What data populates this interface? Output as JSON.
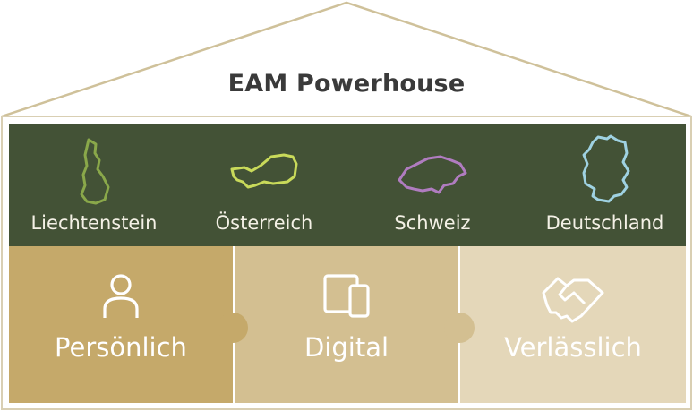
{
  "title": "EAM Powerhouse",
  "colors": {
    "roof_line": "#cfc19a",
    "band": "#435236",
    "tile_1": "#c5a96a",
    "tile_2": "#d3bf91",
    "tile_3": "#e4d7b9",
    "title_text": "#3a3a3a"
  },
  "countries": [
    {
      "name": "Liechtenstein",
      "icon": "liechtenstein-map-icon",
      "color": "#8aa84a"
    },
    {
      "name": "Österreich",
      "icon": "austria-map-icon",
      "color": "#c9da5a"
    },
    {
      "name": "Schweiz",
      "icon": "switzerland-map-icon",
      "color": "#b07cc0"
    },
    {
      "name": "Deutschland",
      "icon": "germany-map-icon",
      "color": "#9fd2e2"
    }
  ],
  "values": [
    {
      "label": "Persönlich",
      "icon": "person-icon"
    },
    {
      "label": "Digital",
      "icon": "devices-icon"
    },
    {
      "label": "Verlässlich",
      "icon": "handshake-icon"
    }
  ]
}
